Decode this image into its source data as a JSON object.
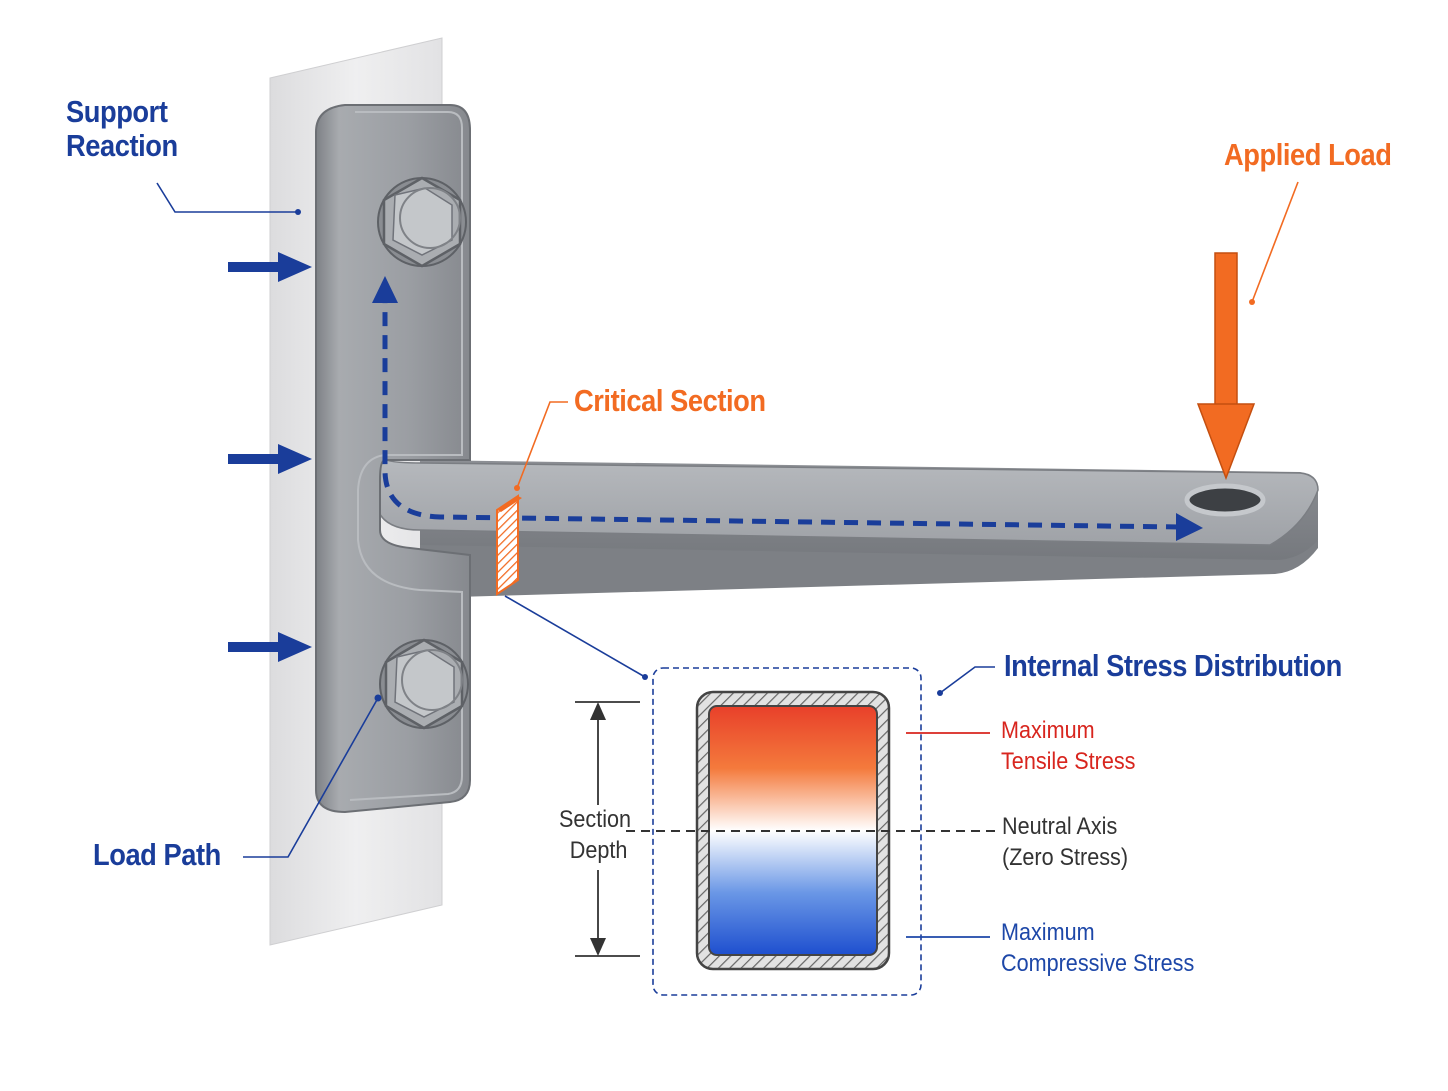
{
  "labels": {
    "support_reaction_1": "Support",
    "support_reaction_2": "Reaction",
    "applied_load": "Applied Load",
    "critical_section": "Critical Section",
    "load_path": "Load Path",
    "internal_stress": "Internal Stress Distribution",
    "max_tensile_1": "Maximum",
    "max_tensile_2": "Tensile Stress",
    "neutral_axis_1": "Neutral Axis",
    "neutral_axis_2": "(Zero Stress)",
    "max_compressive_1": "Maximum",
    "max_compressive_2": "Compressive Stress",
    "section_depth_1": "Section",
    "section_depth_2": "Depth"
  },
  "colors": {
    "label_blue": "#1a3d9a",
    "label_orange": "#f26b22",
    "tensile_red": "#e8402a",
    "compressive_blue": "#1e4fcf",
    "steel": "#9a9da2",
    "wall": "#e9e9ea"
  },
  "icons": [
    "bolt-hex-icon",
    "reaction-arrow-icon",
    "load-arrow-icon",
    "load-path-arrow-icon"
  ]
}
